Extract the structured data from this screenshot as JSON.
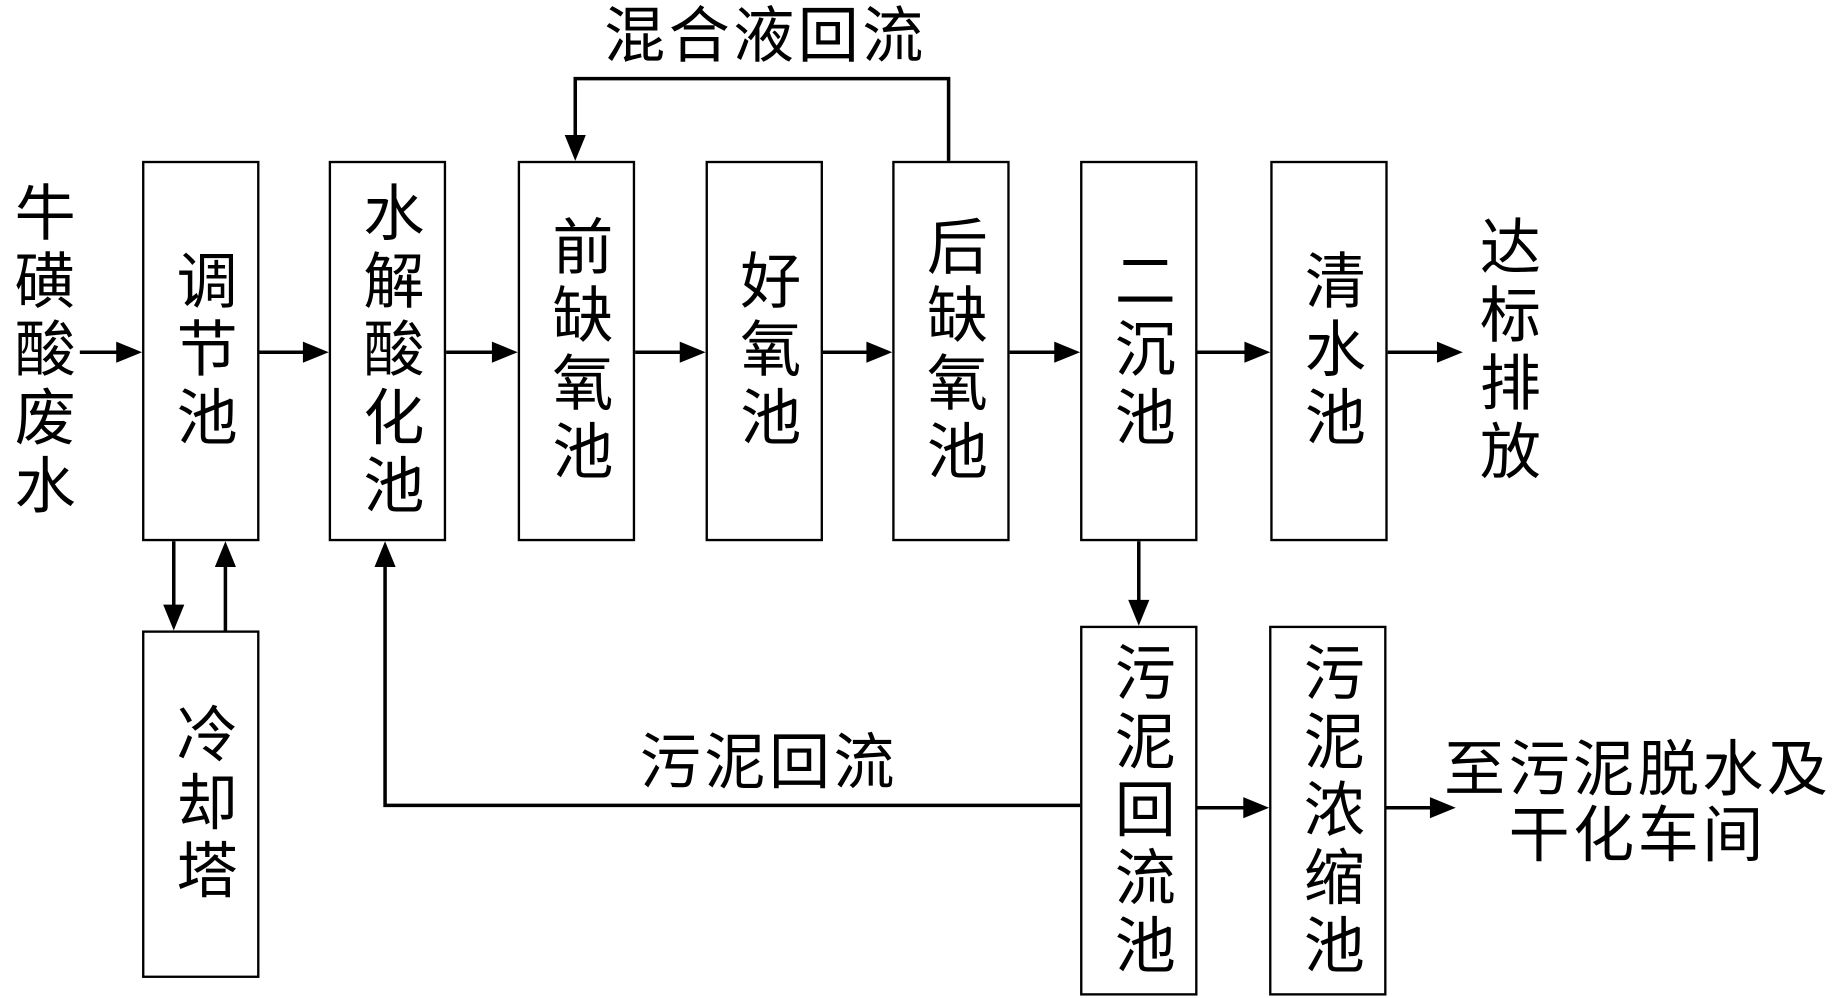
{
  "diagram": {
    "source": "牛磺酸废水",
    "nodes": {
      "regulating_tank": "调节池",
      "hydrolysis_acidification_tank": "水解酸化池",
      "pre_anoxic_tank": "前缺氧池",
      "aerobic_tank": "好氧池",
      "post_anoxic_tank": "后缺氧池",
      "secondary_clarifier": "二沉池",
      "clear_water_tank": "清水池",
      "cooling_tower": "冷却塔",
      "sludge_return_tank": "污泥回流池",
      "sludge_thickening_tank": "污泥浓缩池"
    },
    "outputs": {
      "discharge": "达标排放",
      "sludge_destination_line1": "至污泥脱水及",
      "sludge_destination_line2": "干化车间"
    },
    "labels": {
      "mixed_liquor_return": "混合液回流",
      "sludge_return": "污泥回流"
    }
  },
  "colors": {
    "ink": "#000000",
    "paper": "#ffffff"
  }
}
